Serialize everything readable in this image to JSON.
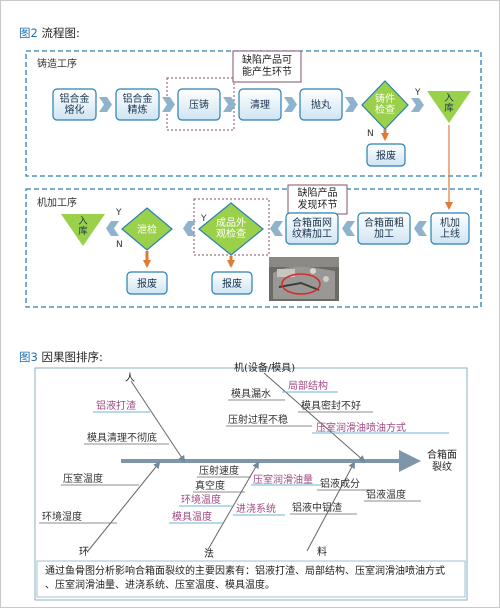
{
  "figure2": {
    "number": "图2",
    "title": "流程图:",
    "casting": {
      "stage_label": "铸造工序",
      "steps": [
        "铝合金\n熔化",
        "铝合金\n精炼",
        "压铸",
        "清理",
        "抛丸"
      ],
      "inspection": "铸件\n检查",
      "yes": "Y",
      "no": "N",
      "storage": "入\n库",
      "scrap": "报废",
      "defect_callout": "缺陷产品可\n能产生环节"
    },
    "machining": {
      "stage_label": "机加工序",
      "line_entry": "机加\n上线",
      "rough": "合箱面粗\n加工",
      "finish": "合箱面网\n纹精加工",
      "visual_inspection": "成品外\n观检查",
      "leak_test": "泄检",
      "storage": "入\n库",
      "yes": "Y",
      "no": "N",
      "scrap_1": "报废",
      "scrap_2": "报废",
      "defect_callout": "缺陷产品\n发现环节"
    }
  },
  "figure3": {
    "number": "图3",
    "title": "因果图排序:",
    "head": "合箱面\n裂纹",
    "categories": {
      "person": "人",
      "machine": "机(设备/模具)",
      "environment": "环",
      "method": "法",
      "material": "料"
    },
    "causes": {
      "person": [
        "铝液打渣",
        "模具清理不彻底"
      ],
      "machine": [
        "模具漏水",
        "局部结构",
        "模具密封不好",
        "压射过程不稳",
        "压室润滑油喷油方式"
      ],
      "environment": [
        "压室温度",
        "环境湿度"
      ],
      "method": [
        "压射速度",
        "真空度",
        "压室润滑油量",
        "环境温度",
        "进浇系统",
        "模具温度"
      ],
      "material": [
        "铝液成分",
        "铝液温度",
        "铝液中铝渣"
      ]
    },
    "summary": "通过鱼骨图分析影响合箱面裂纹的主要因素有：铝液打渣、局部结构、压室润滑油喷油方式、压室润滑油量、进浇系统、压室温度、模具温度。"
  },
  "colors": {
    "box_stroke": "#2a7fb5",
    "box_fill_top": "#ffffff",
    "box_fill_bottom": "#cfe4f3",
    "chevron": "#8fb3cc",
    "diamond": "#9bd14a",
    "triangle": "#9bd14a",
    "orange_arrow": "#e07a35",
    "dashed_box": "#2a7fb5",
    "callout_box": "#8a4f6a",
    "fishbone_spine": "#7f96a8",
    "highlight_text": "#a14b86",
    "highlight_underline": "#6fb6d6"
  }
}
